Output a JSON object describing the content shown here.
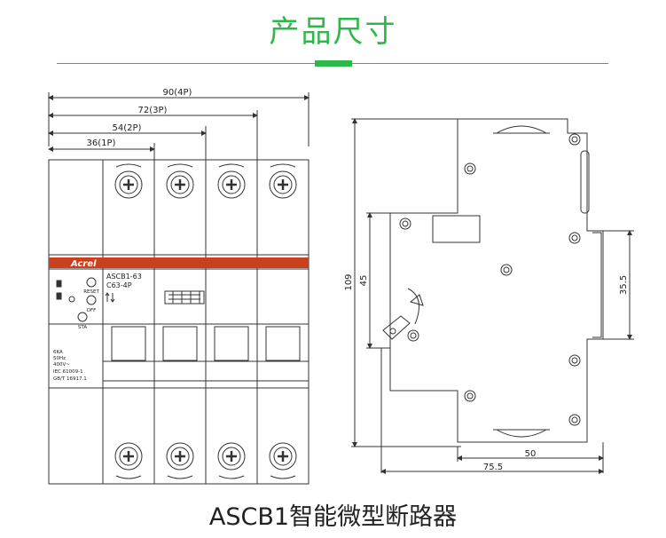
{
  "header": {
    "title": "产品尺寸",
    "accent_color": "#2db84a"
  },
  "front_view": {
    "dimensions": [
      "90(4P)",
      "72(3P)",
      "54(2P)",
      "36(1P)"
    ],
    "brand_band": {
      "brand": "Acrel",
      "color": "#c8401e"
    },
    "model_lines": [
      "ASCB1-63",
      "C63-4P"
    ],
    "button_labels": [
      "RESET",
      "OFF",
      "STA"
    ],
    "rating_lines": [
      "6KA",
      "50Hz",
      "400V~",
      "IEC 61009-1",
      "GB/T 16917.1"
    ]
  },
  "side_view": {
    "dimensions": {
      "height_total": "109",
      "height_front": "45",
      "rail": "35.5",
      "depth_rail": "50",
      "depth_total": "75.5"
    }
  },
  "caption": "ASCB1智能微型断路器"
}
